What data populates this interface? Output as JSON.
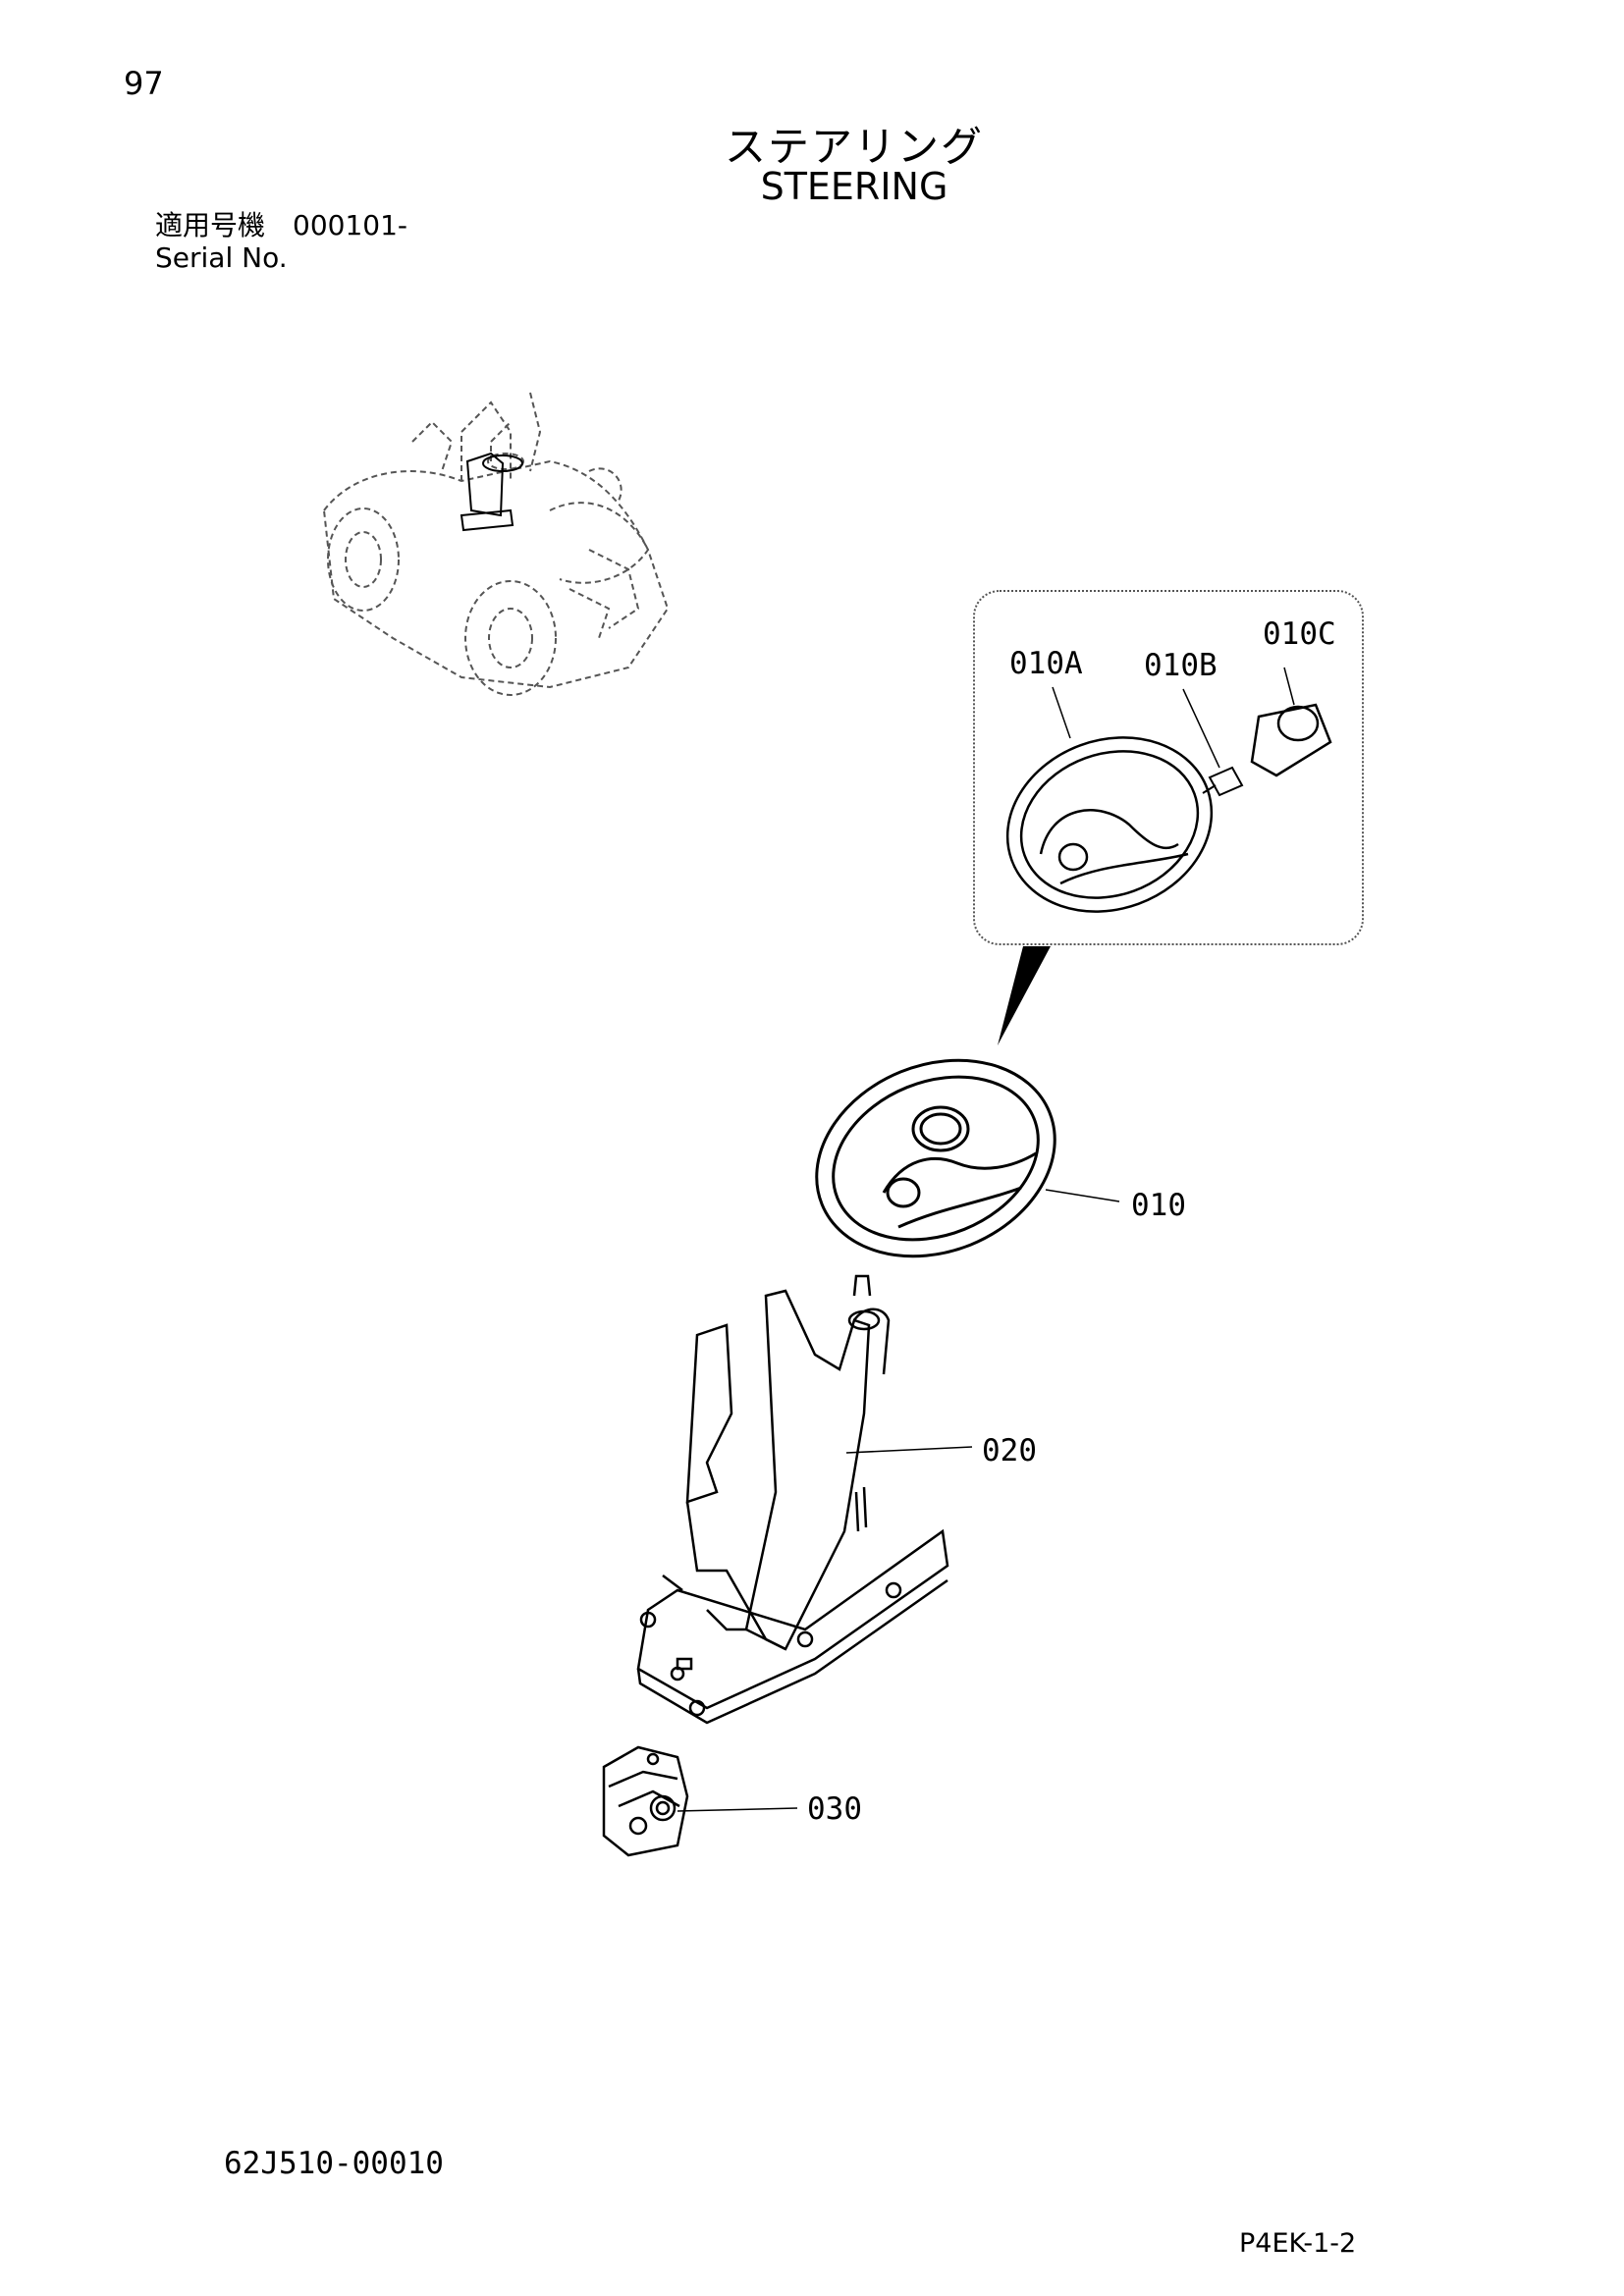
{
  "header": {
    "page_number": "97",
    "title_jp": "ステアリング",
    "title_en": "STEERING",
    "serial_jp": "適用号機　000101-",
    "serial_en": "Serial No."
  },
  "callouts": {
    "c010A": "010A",
    "c010B": "010B",
    "c010C": "010C",
    "c010": "010",
    "c020": "020",
    "c030": "030"
  },
  "footer": {
    "drawing_no": "62J510-00010",
    "page_code": "P4EK-1-2"
  }
}
